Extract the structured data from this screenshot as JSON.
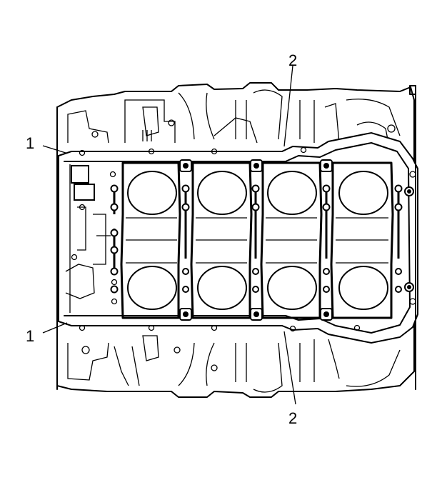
{
  "callouts": {
    "gasket_upper": "1",
    "gasket_lower": "1",
    "bead_upper": "2",
    "bead_lower": "2"
  }
}
